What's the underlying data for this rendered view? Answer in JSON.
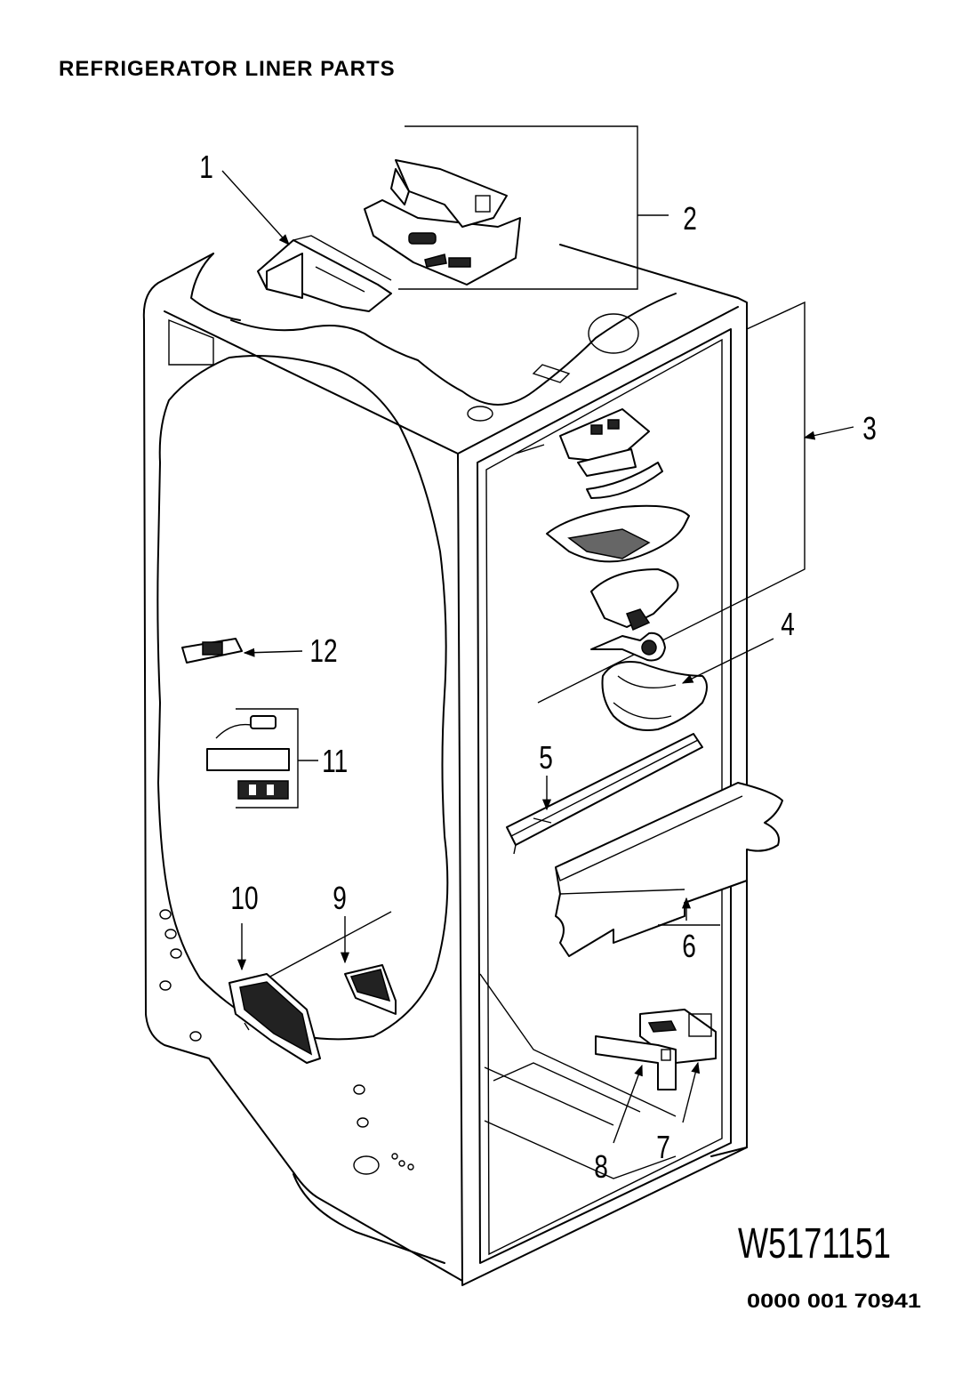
{
  "title": "REFRIGERATOR LINER PARTS",
  "callouts": {
    "c1": "1",
    "c2": "2",
    "c3": "3",
    "c4": "4",
    "c5": "5",
    "c6": "6",
    "c7": "7",
    "c8": "8",
    "c9": "9",
    "c10": "10",
    "c11": "11",
    "c12": "12"
  },
  "model_code": "W5171151",
  "document_number": "0000 001 70941"
}
